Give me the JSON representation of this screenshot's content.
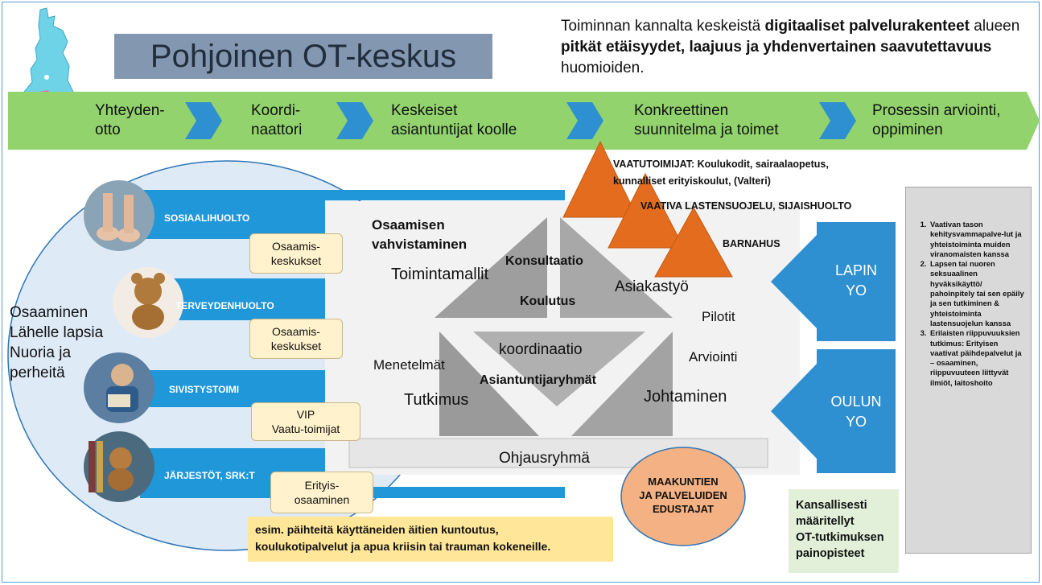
{
  "title": "Pohjoinen OT-keskus",
  "intro": {
    "t1": "Toiminnan kannalta keskeistä ",
    "b1": "digitaaliset palvelurakenteet",
    "t2": " alueen ",
    "b2": "pitkät etäisyydet, laajuus ja yhdenvertainen saavutettavuus",
    "t3": " huomioiden."
  },
  "process_steps": [
    {
      "line1": "Yhteyden-",
      "line2": "otto"
    },
    {
      "line1": "Koordi-",
      "line2": "naattori"
    },
    {
      "line1": "Keskeiset",
      "line2": "asiantuntijat koolle"
    },
    {
      "line1": "Konkreettinen",
      "line2": "suunnitelma ja toimet"
    },
    {
      "line1": "Prosessin arviointi,",
      "line2": "oppiminen"
    }
  ],
  "left_circle": [
    "Osaaminen",
    "Lähelle lapsia",
    "Nuoria ja",
    "perheitä"
  ],
  "sectors": [
    {
      "name": "SOSIAALIHUOLTO",
      "tag1": "Osaamis-",
      "tag2": "keskukset"
    },
    {
      "name": "TERVEYDENHUOLTO",
      "tag1": "Osaamis-",
      "tag2": "keskukset"
    },
    {
      "name": "SIVISTYSTOIMI",
      "tag1": "VIP",
      "tag2": "Vaatu-toimijat"
    },
    {
      "name": "JÄRJESTÖT, SRK:T",
      "tag1": "Erityis-",
      "tag2": "osaaminen"
    }
  ],
  "center": {
    "heading1": "Osaamisen",
    "heading2": "vahvistaminen",
    "konsultaatio": "Konsultaatio",
    "koulutus": "Koulutus",
    "koordinaatio": "koordinaatio",
    "asiantuntijaryhmat": "Asiantuntijaryhmät",
    "toimintamallit": "Toimintamallit",
    "asiakastyo": "Asiakastyö",
    "menetelmat": "Menetelmät",
    "tutkimus": "Tutkimus",
    "pilotit": "Pilotit",
    "arviointi": "Arviointi",
    "johtaminen": "Johtaminen",
    "ohjausryhma": "Ohjausryhmä"
  },
  "vaatu": {
    "line1": "VAATUTOIMIJAT:  Koulukodit, sairaalaopetus,",
    "line2": "kunnalliset erityiskoulut, (Valteri)",
    "line3": "VAATIVA LASTENSUOJELU, SIJAISHUOLTO",
    "line4": "BARNAHUS"
  },
  "universities": [
    {
      "line1": "LAPIN",
      "line2": "YO"
    },
    {
      "line1": "OULUN",
      "line2": "YO"
    }
  ],
  "maakunnat": [
    "MAAKUNTIEN",
    "JA PALVELUIDEN",
    "EDUSTAJAT"
  ],
  "kansallisesti": [
    "Kansallisesti",
    "määritellyt",
    "OT-tutkimuksen",
    "painopisteet"
  ],
  "note": {
    "line1": "esim. päihteitä käyttäneiden äitien kuntoutus,",
    "line2": "koulukotipalvelut  ja apua kriisin tai trauman kokeneille."
  },
  "research_list": [
    "Vaativan tason kehitysvammapalve-lut ja yhteistoiminta muiden viranomaisten kanssa",
    "Lapsen tai nuoren seksuaalinen hyväksikäyttö/ pahoinpitely tai sen epäily ja sen tutkiminen & yhteistoiminta lastensuojelun kanssa",
    "Erilaisten riippuvuuksien tutkimus: Erityisen vaativat päihdepalvelut ja – osaaminen, riippuvuuteen liittyvät ilmiöt, laitoshoito"
  ],
  "colors": {
    "process_green": "#92d36e",
    "chevron_blue": "#2e90d1",
    "sector_blue": "#1f97d8",
    "orange": "#e36c1e",
    "title_box": "#8497b0",
    "ellipse": "#f4b183",
    "note_yellow": "#ffe699",
    "list_grey": "#d9d9d9"
  }
}
